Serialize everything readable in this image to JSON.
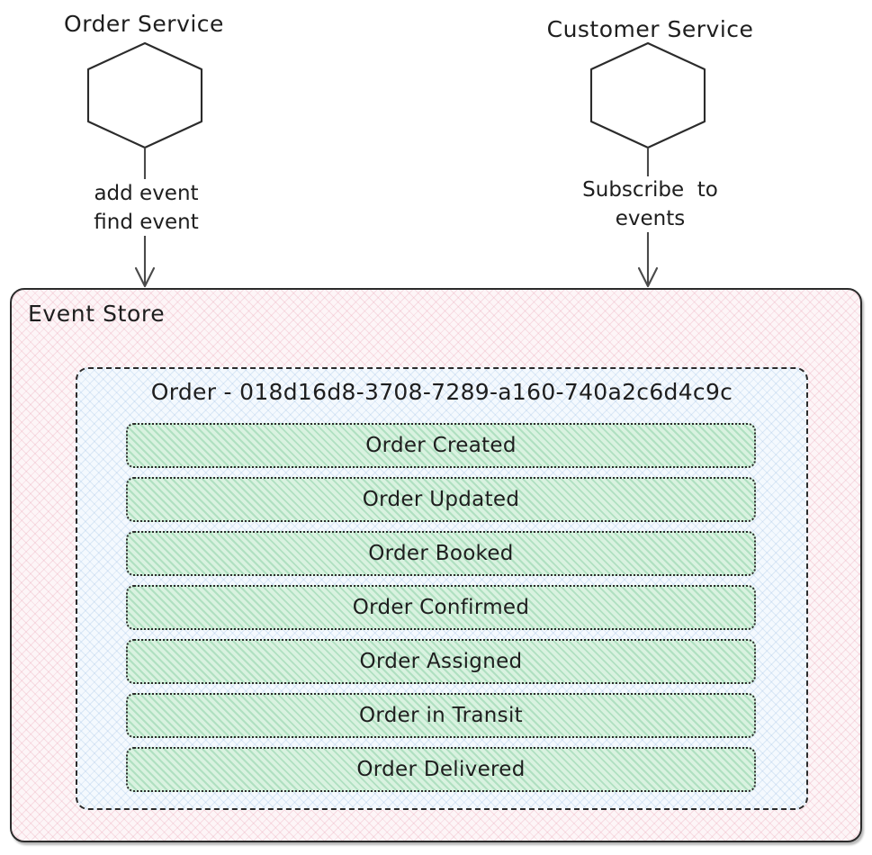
{
  "diagram": {
    "type": "architecture-diagram",
    "background_color": "#ffffff",
    "nodes": [
      {
        "id": "order-service",
        "label": "Order Service",
        "shape": "hexagon",
        "edge_label": "add event\nfind event"
      },
      {
        "id": "customer-service",
        "label": "Customer Service",
        "shape": "hexagon",
        "edge_label": "Subscribe  to\nevents"
      }
    ],
    "event_store": {
      "title": "Event Store",
      "fill_color": "#fdf5f7",
      "border_color": "#2b2b2b",
      "aggregate": {
        "title": "Order - 018d16d8-3708-7289-a160-740a2c6d4c9c",
        "fill_color": "#f4f9fe",
        "border_color": "#2b2b2b",
        "events": [
          {
            "label": "Order Created"
          },
          {
            "label": "Order Updated"
          },
          {
            "label": "Order Booked"
          },
          {
            "label": "Order Confirmed"
          },
          {
            "label": "Order Assigned"
          },
          {
            "label": "Order in Transit"
          },
          {
            "label": "Order Delivered"
          }
        ],
        "event_fill_color": "#d9f2e0"
      }
    }
  }
}
